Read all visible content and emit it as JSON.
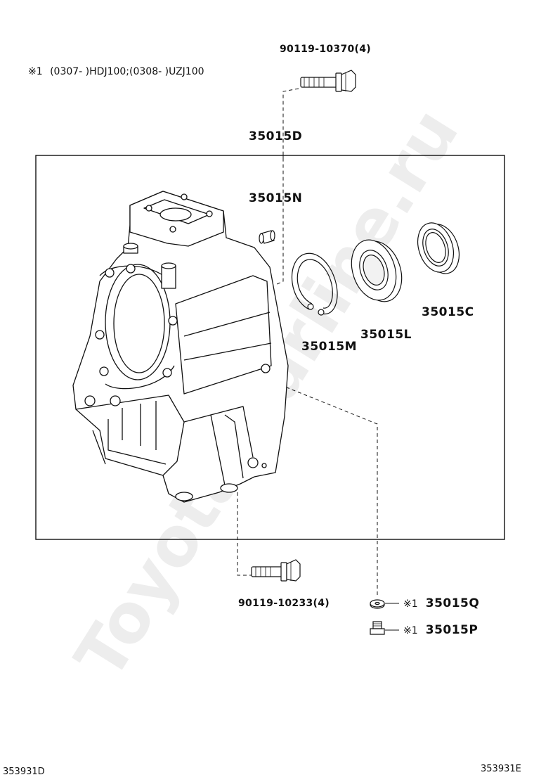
{
  "note": {
    "symbol": "※1",
    "text": "(0307-      )HDJ100;(0308-      )UZJ100"
  },
  "watermark": "Toyota-Carline.ru",
  "parts": {
    "top_bolt": "90119-10370(4)",
    "assembly": "35015D",
    "pin": "35015N",
    "snap_ring": "35015M",
    "bearing": "35015L",
    "oil_seal": "35015C",
    "bottom_bolt": "90119-10233(4)",
    "washer": {
      "marker": "※1",
      "number": "35015Q"
    },
    "plug": {
      "marker": "※1",
      "number": "35015P"
    }
  },
  "codes": {
    "left": "353931D",
    "right": "353931E"
  }
}
